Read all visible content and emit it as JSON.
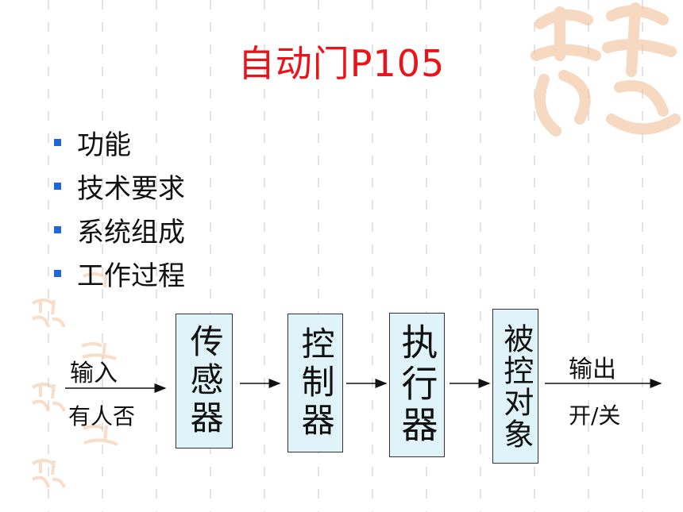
{
  "title": "自动门P105",
  "bullets": [
    "功能",
    "技术要求",
    "系统组成",
    "工作过程"
  ],
  "diagram": {
    "input_label": "输入",
    "input_sublabel": "有人否",
    "blocks": [
      "传感器",
      "控制器",
      "执行器",
      "被控对象"
    ],
    "output_label": "输出",
    "output_sublabel": "开/关"
  },
  "colors": {
    "title": "#e8141a",
    "bullet": "#1f66d6",
    "block_fill": "#dff3f9",
    "watermark": "#f6c9a8"
  },
  "decor": {
    "watermark_icon": "auspicious-seal-watermark-icon"
  }
}
